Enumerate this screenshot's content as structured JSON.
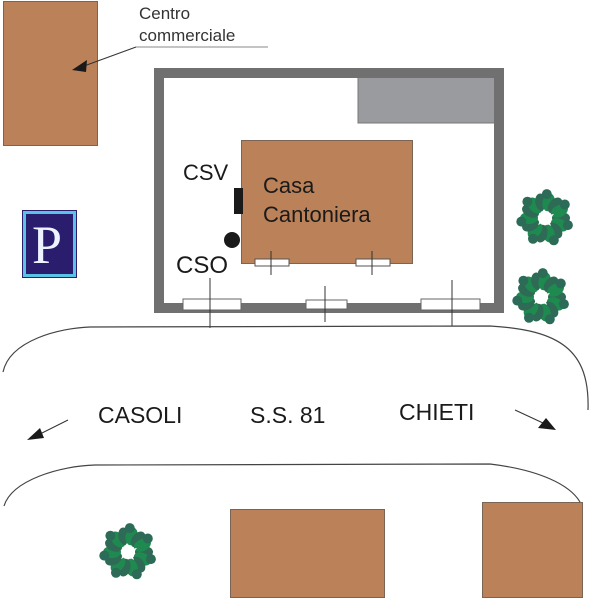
{
  "labels": {
    "mall_line1": "Centro",
    "mall_line2": "commerciale",
    "house_line1": "Casa",
    "house_line2": "Cantoniera",
    "csv": "CSV",
    "cso": "CSO",
    "road_left": "CASOLI",
    "road_center": "S.S. 81",
    "road_right": "CHIETI",
    "parking": "P"
  },
  "colors": {
    "building": "#bb8159",
    "wall": "#707070",
    "annex": "#999b9f",
    "tree": "#1f7a4a",
    "parking_bg": "#2a1d6e",
    "parking_border": "#5bc2e7"
  },
  "icons": {
    "parking": "parking-sign-icon",
    "tree": "tree-icon",
    "arrow": "arrow-icon"
  }
}
